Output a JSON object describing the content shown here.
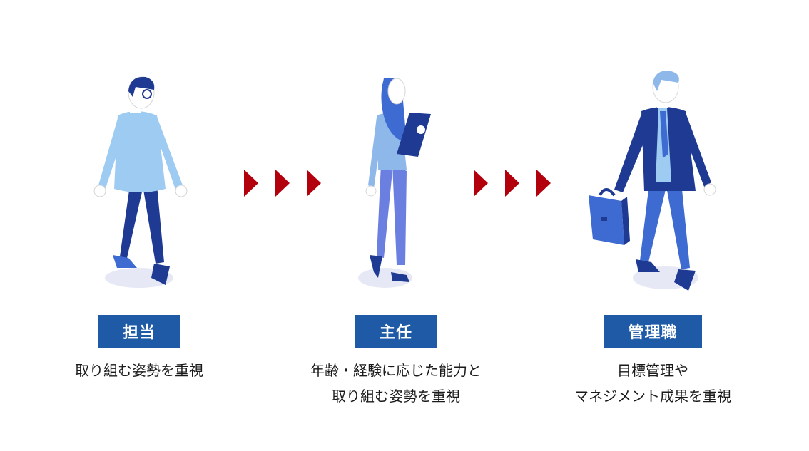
{
  "colors": {
    "label_bg": "#1f5aa6",
    "arrow": "#b3000d",
    "navy": "#1f3a93",
    "light_blue": "#9ecbf2",
    "mid_blue": "#4a7fd6",
    "shadow": "#e6e9f5"
  },
  "stages": [
    {
      "label": "担当",
      "desc_line1": "取り組む姿勢を重視",
      "desc_line2": ""
    },
    {
      "label": "主任",
      "desc_line1": "年齢・経験に応じた能力と",
      "desc_line2": "取り組む姿勢を重視"
    },
    {
      "label": "管理職",
      "desc_line1": "目標管理や",
      "desc_line2": "マネジメント成果を重視"
    }
  ],
  "icons": {
    "figure1": "walking-man-icon",
    "figure2": "woman-with-tablet-icon",
    "figure3": "businessman-with-briefcase-icon",
    "arrow": "triangle-arrow-icon"
  }
}
